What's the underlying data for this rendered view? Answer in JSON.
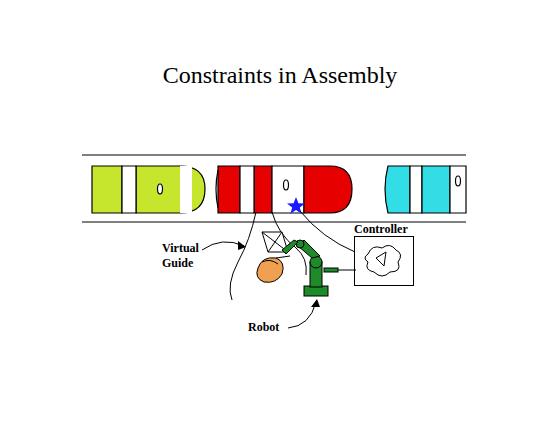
{
  "diagram": {
    "title": "Constraints in Assembly",
    "nodes": [
      {
        "text": [
          "Controller"
        ]
      }
    ],
    "labels": [
      "Virtual Guide",
      "Robot"
    ]
  }
}
